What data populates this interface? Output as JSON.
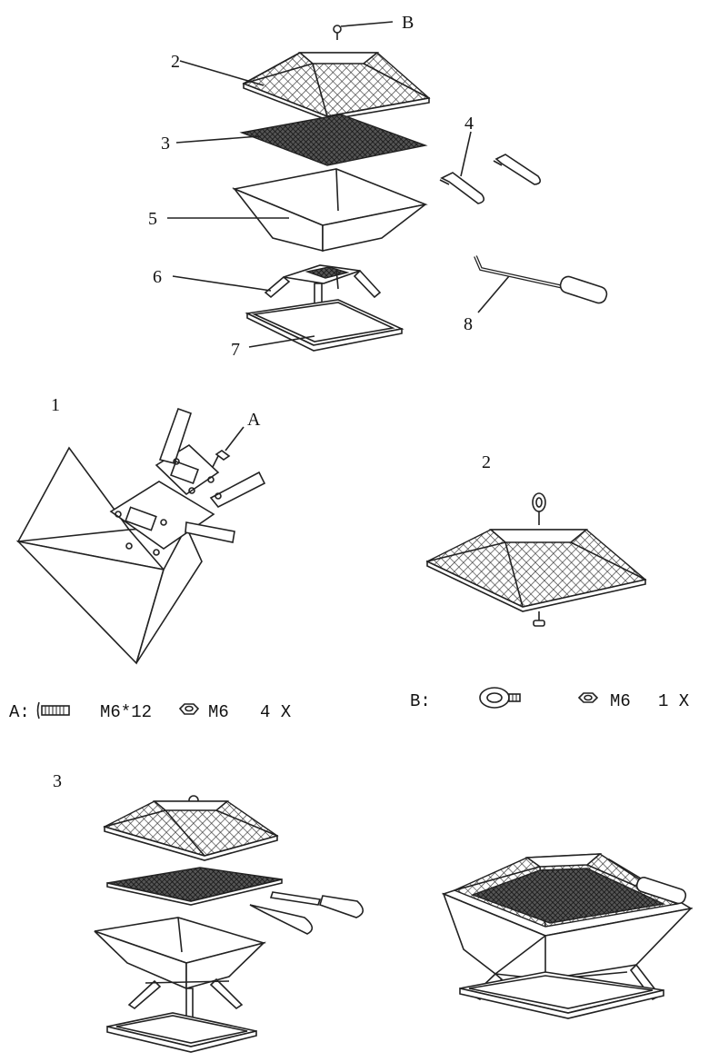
{
  "exploded_view": {
    "part_labels": [
      "B",
      "2",
      "3",
      "4",
      "5",
      "6",
      "7",
      "8"
    ]
  },
  "steps": [
    {
      "number": "1",
      "hardware_label": "A"
    },
    {
      "number": "2"
    },
    {
      "number": "3"
    }
  ],
  "hardware": {
    "a": {
      "prefix": "A:",
      "bolt": "M6*12",
      "nut": "M6",
      "qty": "4 X"
    },
    "b": {
      "prefix": "B:",
      "nut": "M6",
      "qty": "1 X"
    }
  }
}
